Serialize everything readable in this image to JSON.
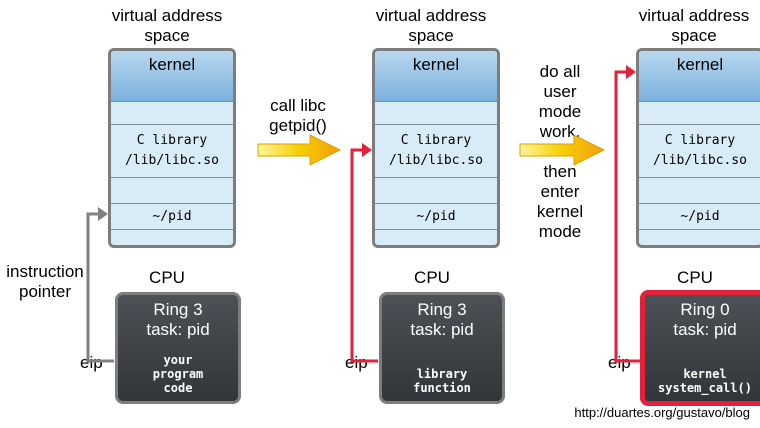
{
  "panels": [
    {
      "title_line1": "virtual address",
      "title_line2": "space",
      "kernel": "kernel",
      "lib_line1": "C library",
      "lib_line2": "/lib/libc.so",
      "pid": "~/pid",
      "cpu_label": "CPU",
      "ring": "Ring 3",
      "task": "task: pid",
      "code_lines": [
        "your",
        "program",
        "code"
      ],
      "eip": "eip"
    },
    {
      "title_line1": "virtual address",
      "title_line2": "space",
      "kernel": "kernel",
      "lib_line1": "C library",
      "lib_line2": "/lib/libc.so",
      "pid": "~/pid",
      "cpu_label": "CPU",
      "ring": "Ring 3",
      "task": "task: pid",
      "code_lines": [
        "library",
        "function"
      ],
      "eip": "eip"
    },
    {
      "title_line1": "virtual address",
      "title_line2": "space",
      "kernel": "kernel",
      "lib_line1": "C library",
      "lib_line2": "/lib/libc.so",
      "pid": "~/pid",
      "cpu_label": "CPU",
      "ring": "Ring 0",
      "task": "task: pid",
      "code_lines": [
        "kernel",
        "system_call()"
      ],
      "eip": "eip"
    }
  ],
  "instruction_pointer": [
    "instruction",
    "pointer"
  ],
  "step1_lines": [
    "call libc",
    "getpid()"
  ],
  "step2_lines": [
    "do all",
    "user",
    "mode",
    "work,",
    "",
    "then",
    "enter",
    "kernel",
    "mode"
  ],
  "credit": "http://duartes.org/gustavo/blog",
  "colors": {
    "pointer_gray": "#808080",
    "pointer_red": "#e3213b",
    "arrow_yellow": "#f5d000",
    "arrow_orange": "#f39c12"
  }
}
